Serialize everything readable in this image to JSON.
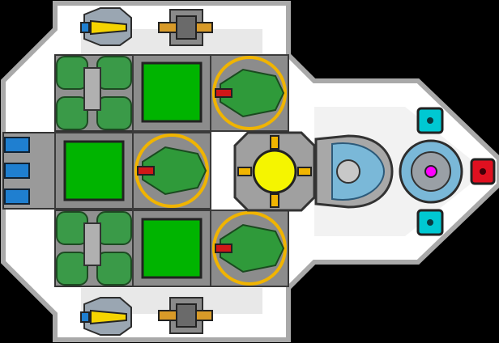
{
  "scene": {
    "kind": "ship-builder-topdown",
    "colors": {
      "background": "#000000",
      "hull": "#ffffff",
      "hull_outline": "#a9a9a9",
      "hull_inner": "#e6e6e6",
      "tile": "#8c8c8c",
      "tile_edge": "#3a3a3a",
      "cargo_green": "#00b400",
      "tank_green": "#2f8f3f",
      "reactor_yellow": "#f5f500",
      "accent_orange": "#f0b400",
      "gyro_blue": "#7ab8d8",
      "core_magenta": "#ff00ff",
      "sensor_cyan": "#00c8d2",
      "sensor_red": "#e01020",
      "thruster_blue": "#1f7fd0"
    },
    "modules": [
      {
        "type": "missile-launcher",
        "icon": "missile-icon"
      },
      {
        "type": "autocannon",
        "icon": "cannon-icon"
      },
      {
        "type": "fuel-tank",
        "icon": "tank-icon"
      },
      {
        "type": "cargo-bay",
        "icon": "cargo-icon"
      },
      {
        "type": "laser-turret",
        "icon": "turret-icon"
      },
      {
        "type": "reactor",
        "icon": "reactor-icon"
      },
      {
        "type": "cockpit",
        "icon": "cockpit-icon"
      },
      {
        "type": "gyroscope",
        "icon": "gyro-icon"
      },
      {
        "type": "sensor",
        "icon": "sensor-icon"
      },
      {
        "type": "thruster",
        "icon": "thruster-icon"
      }
    ]
  }
}
